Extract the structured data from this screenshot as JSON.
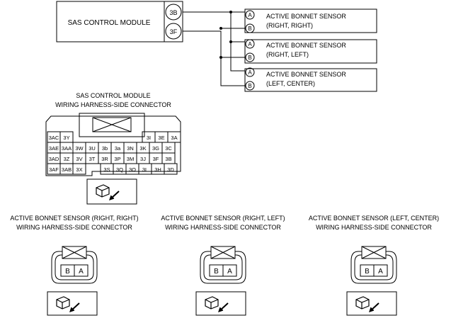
{
  "schematic": {
    "module_label": "SAS CONTROL MODULE",
    "pins": [
      "3B",
      "3F"
    ],
    "sensors": [
      {
        "pin_a": "A",
        "pin_b": "B",
        "line1": "ACTIVE BONNET SENSOR",
        "line2": "(RIGHT, RIGHT)"
      },
      {
        "pin_a": "A",
        "pin_b": "B",
        "line1": "ACTIVE BONNET SENSOR",
        "line2": "(RIGHT, LEFT)"
      },
      {
        "pin_a": "A",
        "pin_b": "B",
        "line1": "ACTIVE BONNET SENSOR",
        "line2": "(LEFT, CENTER)"
      }
    ]
  },
  "module_connector": {
    "title_line1": "SAS CONTROL MODULE",
    "title_line2": "WIRING HARNESS-SIDE CONNECTOR",
    "rows": [
      [
        "3AC",
        "3Y",
        "3I",
        "3E",
        "3A"
      ],
      [
        "3AE",
        "3AA",
        "3W",
        "3U",
        "3b",
        "3a",
        "3N",
        "3K",
        "3G",
        "3C"
      ],
      [
        "3AD",
        "3Z",
        "3V",
        "3T",
        "3R",
        "3P",
        "3M",
        "3J",
        "3F",
        "3B"
      ],
      [
        "3AF",
        "3AB",
        "3X",
        "3S",
        "3Q",
        "3O",
        "3L",
        "3H",
        "3D"
      ]
    ]
  },
  "sensor_connectors": [
    {
      "line1": "ACTIVE BONNET SENSOR (RIGHT, RIGHT)",
      "line2": "WIRING HARNESS-SIDE CONNECTOR",
      "pins": [
        "B",
        "A"
      ]
    },
    {
      "line1": "ACTIVE BONNET SENSOR (RIGHT, LEFT)",
      "line2": "WIRING HARNESS-SIDE CONNECTOR",
      "pins": [
        "B",
        "A"
      ]
    },
    {
      "line1": "ACTIVE BONNET SENSOR (LEFT, CENTER)",
      "line2": "WIRING HARNESS-SIDE CONNECTOR",
      "pins": [
        "B",
        "A"
      ]
    }
  ]
}
